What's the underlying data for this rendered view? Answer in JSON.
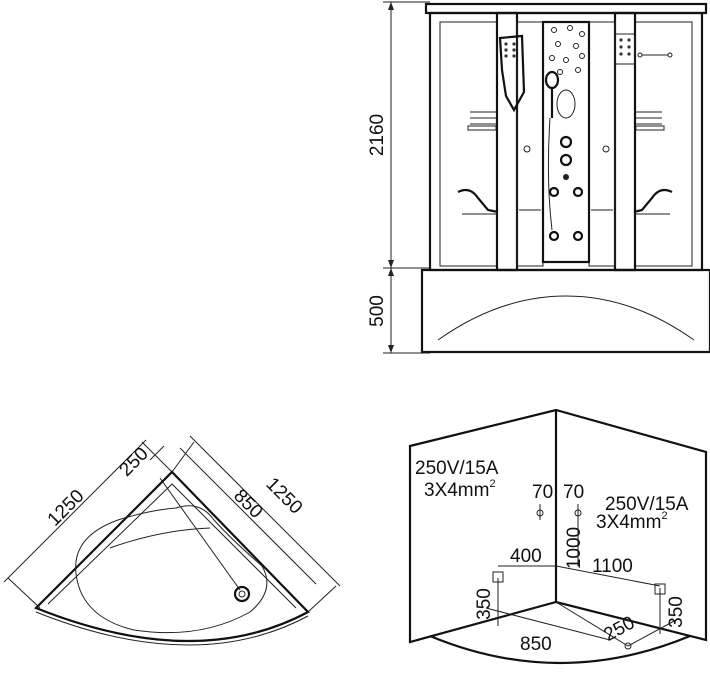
{
  "front_view": {
    "height_total": "2160",
    "height_base": "500"
  },
  "top_view": {
    "side_left": "1250",
    "side_right": "1250",
    "inner_width": "850",
    "drain_offset": "250"
  },
  "installation_view": {
    "left_power": {
      "line1": "250V/15A",
      "line2": "3X4mm",
      "sup": "2"
    },
    "right_power": {
      "line1": "250V/15A",
      "line2": "3X4mm",
      "sup": "2"
    },
    "valve_left_offset": "70",
    "valve_right_offset": "70",
    "valve_height": "1000",
    "left_socket_distance": "400",
    "right_socket_distance": "1100",
    "left_socket_height": "350",
    "right_socket_height": "350",
    "floor_width": "850",
    "drain_offset": "250"
  }
}
